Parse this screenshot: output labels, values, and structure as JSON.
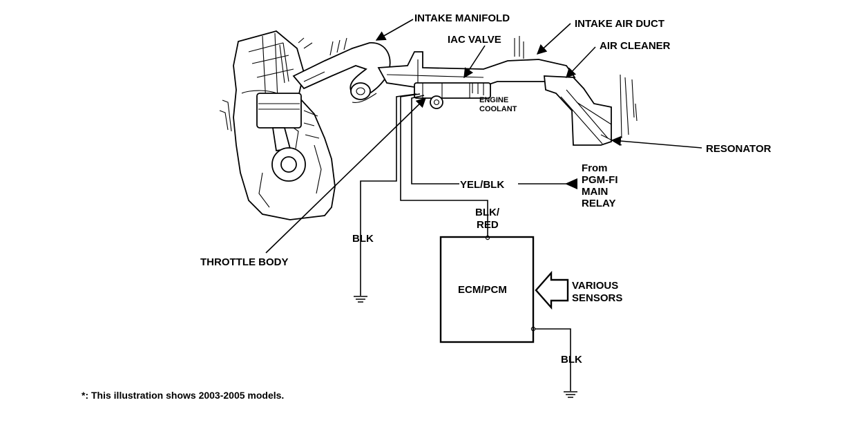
{
  "labels": {
    "intake_manifold": "INTAKE MANIFOLD",
    "iac_valve": "IAC VALVE",
    "intake_air_duct": "INTAKE AIR DUCT",
    "air_cleaner": "AIR CLEANER",
    "engine": "ENGINE",
    "coolant": "COOLANT",
    "resonator": "RESONATOR",
    "from": "From",
    "pgm_fi": "PGM-FI",
    "main": "MAIN",
    "relay": "RELAY",
    "yel_blk": "YEL/BLK",
    "blk_red_1": "BLK/",
    "blk_red_2": "RED",
    "blk_left": "BLK",
    "throttle_body": "THROTTLE BODY",
    "ecm_pcm": "ECM/PCM",
    "various": "VARIOUS",
    "sensors": "SENSORS",
    "blk_right": "BLK"
  },
  "footnote": "*: This illustration shows 2003-2005 models."
}
